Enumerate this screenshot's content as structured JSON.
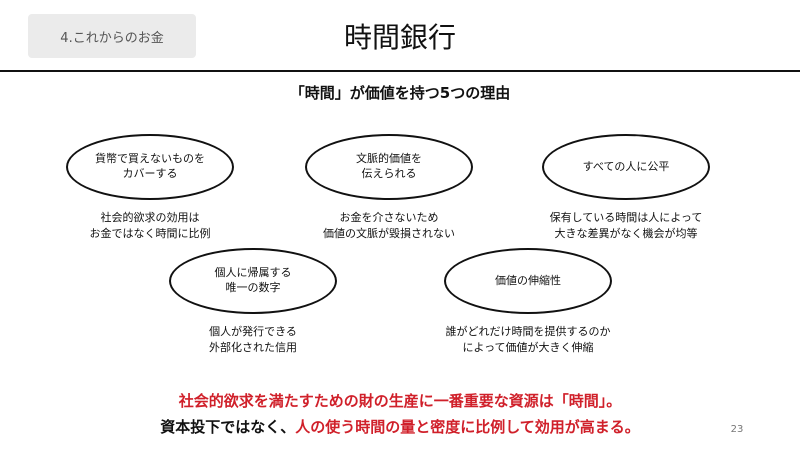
{
  "header": {
    "section_tag": "4.これからのお金",
    "title": "時間銀行"
  },
  "subtitle": "「時間」が価値を持つ5つの理由",
  "reasons": [
    {
      "oval_label": "貨幣で買えないものを\nカバーする",
      "description": "社会的欲求の効用は\nお金ではなく時間に比例"
    },
    {
      "oval_label": "文脈的価値を\n伝えられる",
      "description": "お金を介さないため\n価値の文脈が毀損されない"
    },
    {
      "oval_label": "すべての人に公平",
      "description": "保有している時間は人によって\n大きな差異がなく機会が均等"
    },
    {
      "oval_label": "個人に帰属する\n唯一の数字",
      "description": "個人が発行できる\n外部化された信用"
    },
    {
      "oval_label": "価値の伸縮性",
      "description": "誰がどれだけ時間を提供するのか\nによって価値が大きく伸縮"
    }
  ],
  "conclusion": {
    "line1": "社会的欲求を満たすための財の生産に一番重要な資源は「時間」。",
    "line2_prefix": "資本投下ではなく、",
    "line2_emphasis": "人の使う時間の量と密度に比例して効用が高まる。"
  },
  "page_number": "23",
  "colors": {
    "accent_red": "#d0202a",
    "tag_bg": "#ebebeb"
  }
}
